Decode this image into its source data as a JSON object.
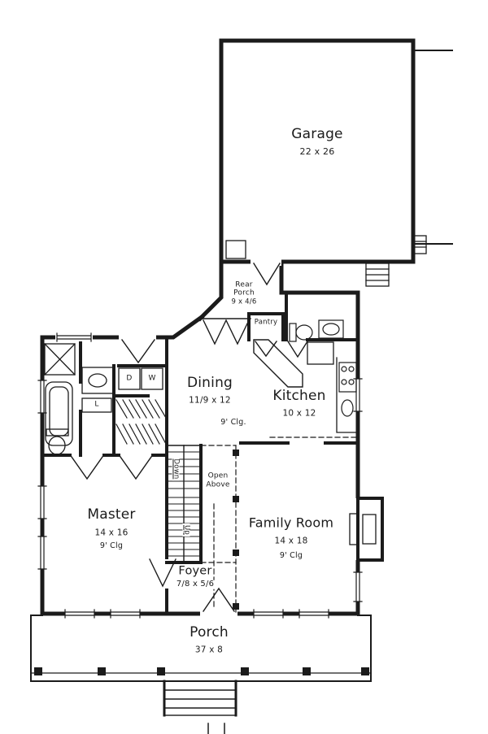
{
  "rooms": {
    "garage": {
      "name": "Garage",
      "dims": "22 x 26"
    },
    "rear_porch": {
      "name_line1": "Rear",
      "name_line2": "Porch",
      "dims": "9 x 4/6"
    },
    "pantry": {
      "name": "Pantry"
    },
    "dining": {
      "name": "Dining",
      "dims": "11/9 x 12",
      "ceiling": "9' Clg."
    },
    "kitchen": {
      "name": "Kitchen",
      "dims": "10 x 12"
    },
    "master": {
      "name": "Master",
      "dims": "14 x 16",
      "ceiling": "9' Clg"
    },
    "family_room": {
      "name": "Family Room",
      "dims": "14 x 18",
      "ceiling": "9' Clg"
    },
    "foyer": {
      "name": "Foyer",
      "dims": "7/8 x 5/6"
    },
    "porch": {
      "name": "Porch",
      "dims": "37 x 8"
    }
  },
  "labels": {
    "open_above_line1": "Open",
    "open_above_line2": "Above",
    "stairs_down": "Down",
    "stairs_up": "Up",
    "dryer": "D",
    "washer": "W",
    "linen": "L"
  },
  "colors": {
    "ink": "#1b1b1b",
    "background": "#ffffff"
  }
}
